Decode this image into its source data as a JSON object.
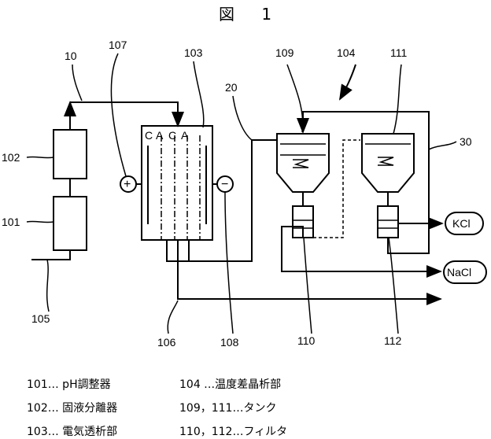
{
  "title": "図 1",
  "labels": {
    "l10": "10",
    "l107": "107",
    "l103": "103",
    "l20": "20",
    "l109": "109",
    "l104": "104",
    "l111": "111",
    "l102": "102",
    "l101": "101",
    "l30": "30",
    "l105": "105",
    "l106": "106",
    "l108": "108",
    "l110": "110",
    "l112": "112",
    "cell_c1": "C",
    "cell_a1": "A",
    "cell_c2": "C",
    "cell_a2": "A",
    "plus": "+",
    "minus": "−"
  },
  "outputs": {
    "kcl": "KCl",
    "nacl": "NaCl"
  },
  "legend": [
    {
      "num": "101",
      "text": "… pH調整器"
    },
    {
      "num": "102",
      "text": "… 固液分離器"
    },
    {
      "num": "103",
      "text": "… 電気透析部"
    },
    {
      "num": "104",
      "text": " …温度差晶析部"
    },
    {
      "num": "109，111",
      "text": "…タンク"
    },
    {
      "num": "110，112",
      "text": "…フィルタ"
    }
  ]
}
